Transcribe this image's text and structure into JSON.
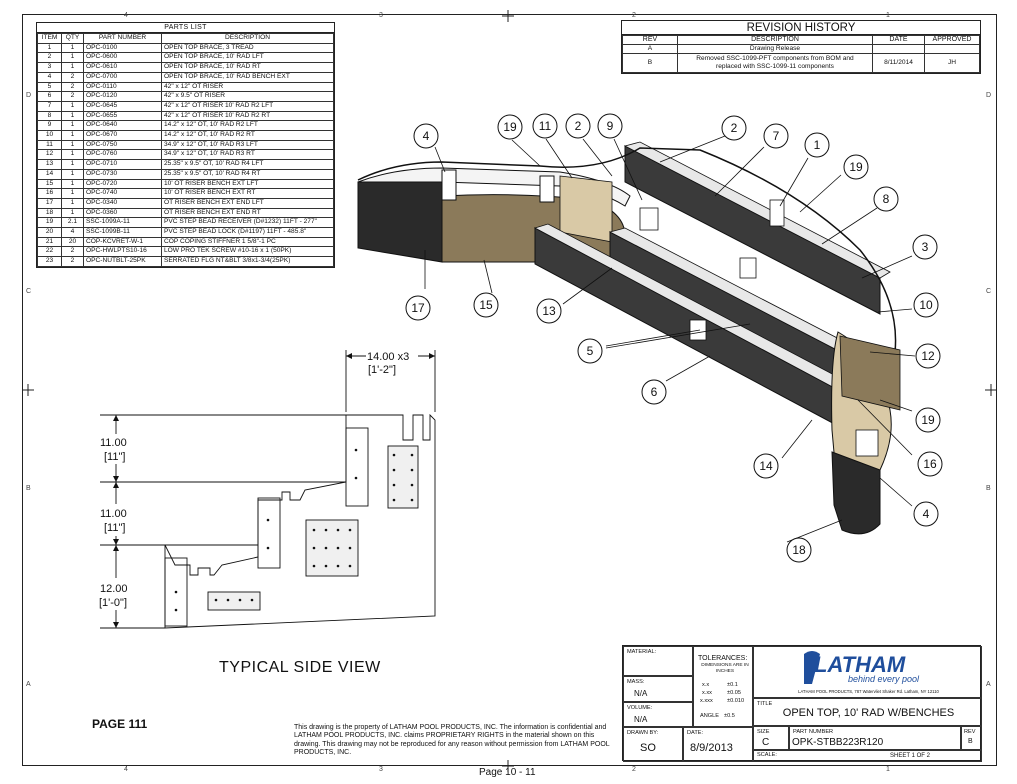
{
  "zones": {
    "top_numbers": [
      "4",
      "3",
      "2",
      "1"
    ],
    "side_letters": [
      "D",
      "C",
      "B",
      "A"
    ]
  },
  "parts_list": {
    "title": "PARTS LIST",
    "headers": [
      "ITEM",
      "QTY",
      "PART NUMBER",
      "DESCRIPTION"
    ],
    "rows": [
      [
        "1",
        "1",
        "OPC-0100",
        "OPEN TOP BRACE, 3 TREAD"
      ],
      [
        "2",
        "1",
        "OPC-0600",
        "OPEN TOP BRACE, 10' RAD LFT"
      ],
      [
        "3",
        "1",
        "OPC-0610",
        "OPEN TOP BRACE, 10' RAD RT"
      ],
      [
        "4",
        "2",
        "OPC-0700",
        "OPEN TOP BRACE, 10' RAD BENCH EXT"
      ],
      [
        "5",
        "2",
        "OPC-0110",
        "42\" x 12\" OT RISER"
      ],
      [
        "6",
        "2",
        "OPC-0120",
        "42\" x 9.5\" OT RISER"
      ],
      [
        "7",
        "1",
        "OPC-0645",
        "42\" x 12\" OT RISER 10' RAD R2 LFT"
      ],
      [
        "8",
        "1",
        "OPC-0655",
        "42\" x 12\" OT RISER 10' RAD R2 RT"
      ],
      [
        "9",
        "1",
        "OPC-0640",
        "14.2\" x 12\" OT, 10' RAD R2 LFT"
      ],
      [
        "10",
        "1",
        "OPC-0670",
        "14.2\" x 12\" OT, 10' RAD R2 RT"
      ],
      [
        "11",
        "1",
        "OPC-0750",
        "34.9\" x 12\" OT, 10' RAD R3 LFT"
      ],
      [
        "12",
        "1",
        "OPC-0760",
        "34.9\" x 12\" OT, 10' RAD R3 RT"
      ],
      [
        "13",
        "1",
        "OPC-0710",
        "25.35\" x 9.5\" OT, 10' RAD R4 LFT"
      ],
      [
        "14",
        "1",
        "OPC-0730",
        "25.35\" x 9.5\" OT, 10' RAD R4 RT"
      ],
      [
        "15",
        "1",
        "OPC-0720",
        "10' OT RISER BENCH EXT LFT"
      ],
      [
        "16",
        "1",
        "OPC-0740",
        "10' OT RISER BENCH EXT RT"
      ],
      [
        "17",
        "1",
        "OPC-0340",
        "OT RISER BENCH EXT END LFT"
      ],
      [
        "18",
        "1",
        "OPC-0360",
        "OT RISER BENCH EXT END RT"
      ],
      [
        "19",
        "2.1",
        "SSC-1099A-11",
        "PVC STEP BEAD RECEIVER (D#1232) 11FT - 277\""
      ],
      [
        "20",
        "4",
        "SSC-1099B-11",
        "PVC STEP BEAD LOCK (D#1197) 11FT - 485.8\""
      ],
      [
        "21",
        "20",
        "COP-KCVRET-W-1",
        "COP COPING STIFFNER 1 5/8\"-1 PC"
      ],
      [
        "22",
        "2",
        "OPC-HWLPTS10-16",
        "LOW PRO TEK SCREW #10-16 x 1 (50PK)"
      ],
      [
        "23",
        "2",
        "OPC-NUTBLT-25PK",
        "SERRATED FLG NT&BLT 3/8x1-3/4(25PK)"
      ]
    ]
  },
  "revision_history": {
    "title": "REVISION HISTORY",
    "headers": [
      "REV",
      "DESCRIPTION",
      "DATE",
      "APPROVED"
    ],
    "rows": [
      {
        "rev": "A",
        "description": "Drawing Release",
        "date": "",
        "approved": ""
      },
      {
        "rev": "B",
        "description": "Removed SSC-1099-PFT components from BOM and replaced with SSC-1099-11 components",
        "date": "8/11/2014",
        "approved": "JH"
      }
    ]
  },
  "balloons": {
    "b4a": "4",
    "b19a": "19",
    "b11": "11",
    "b2a": "2",
    "b9": "9",
    "b2b": "2",
    "b7": "7",
    "b1": "1",
    "b19b": "19",
    "b8": "8",
    "b3": "3",
    "b10": "10",
    "b12": "12",
    "b19c": "19",
    "b16": "16",
    "b4b": "4",
    "b18": "18",
    "b14": "14",
    "b6": "6",
    "b5": "5",
    "b13": "13",
    "b15": "15",
    "b17": "17"
  },
  "side_view": {
    "title": "TYPICAL SIDE VIEW",
    "dim_width": "14.00 x3",
    "dim_width_ft": "[1'-2\"]",
    "dim_rise1": "11.00",
    "dim_rise1_ft": "[11\"]",
    "dim_rise2": "11.00",
    "dim_rise2_ft": "[11\"]",
    "dim_rise3": "12.00",
    "dim_rise3_ft": "[1'-0\"]"
  },
  "page_label": "PAGE 111",
  "disclaimer": "This drawing is the property of LATHAM POOL PRODUCTS, INC. The information is confidential and LATHAM POOL PRODUCTS, INC. claims PROPRIETARY RIGHTS in the material shown on this drawing. This drawing may not be reproduced for any reason without permission from LATHAM POOL PRODUCTS, INC.",
  "footer": "Page 10 - 11",
  "title_block": {
    "material_label": "MATERIAL:",
    "tolerances_label": "TOLERANCES:",
    "tolerances_note": "DIMENSIONS ARE IN INCHES",
    "tol_x_label": "x.x",
    "tol_x_value": "±0.1",
    "tol_xx_label": "x.xx",
    "tol_xx_value": "±0.05",
    "tol_xxx_label": "x.xxx",
    "tol_xxx_value": "±0.010",
    "tol_angle_label": "ANGLE",
    "tol_angle_value": "±0.5",
    "mass_label": "MASS:",
    "mass_value": "N/A",
    "volume_label": "VOLUME:",
    "volume_value": "N/A",
    "drawn_by_label": "DRAWN BY:",
    "drawn_by_value": "SO",
    "date_label": "DATE:",
    "date_value": "8/9/2013",
    "company_name": "LATHAM",
    "company_tagline": "behind every pool",
    "company_address": "LATHAM POOL PRODUCTS, 787 Watervliet Shaker Rd. Latham, NY 12110",
    "title_label": "TITLE",
    "title_value": "OPEN TOP, 10' RAD W/BENCHES",
    "size_label": "SIZE",
    "size_value": "C",
    "part_number_label": "PART NUMBER",
    "part_number_value": "OPK-STBB223R120",
    "rev_label": "REV",
    "rev_value": "B",
    "scale_label": "SCALE:",
    "sheet_value": "SHEET 1  OF 2"
  },
  "colors": {
    "riser_dark": "#2a2a2a",
    "riser_tan": "#8b7a5a",
    "riser_light": "#d9c9a6",
    "logo_blue": "#1f4e9c",
    "line": "#222222"
  }
}
